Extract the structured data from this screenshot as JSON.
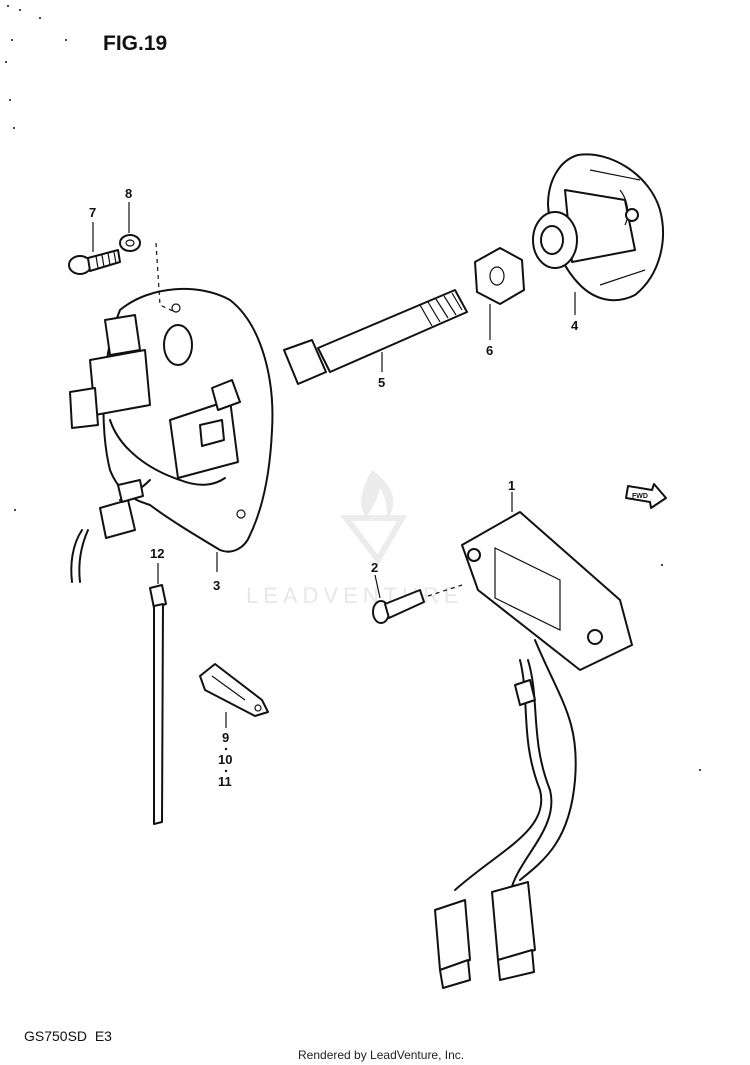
{
  "figure": {
    "title": "FIG.19"
  },
  "model_code": "GS750SD  E3",
  "credit": "Rendered by LeadVenture, Inc.",
  "watermark": "LEADVENTURE",
  "direction_marker": "FWD",
  "callouts": [
    {
      "id": "c1",
      "text": "1"
    },
    {
      "id": "c2",
      "text": "2"
    },
    {
      "id": "c3",
      "text": "3"
    },
    {
      "id": "c4",
      "text": "4"
    },
    {
      "id": "c5",
      "text": "5"
    },
    {
      "id": "c6",
      "text": "6"
    },
    {
      "id": "c7",
      "text": "7"
    },
    {
      "id": "c8",
      "text": "8"
    },
    {
      "id": "c9",
      "text": "9"
    },
    {
      "id": "c10",
      "text": "10"
    },
    {
      "id": "c11",
      "text": "11"
    },
    {
      "id": "c12",
      "text": "12"
    }
  ],
  "colors": {
    "ink": "#111111",
    "watermark": "#e7e7e7",
    "background": "#ffffff"
  }
}
